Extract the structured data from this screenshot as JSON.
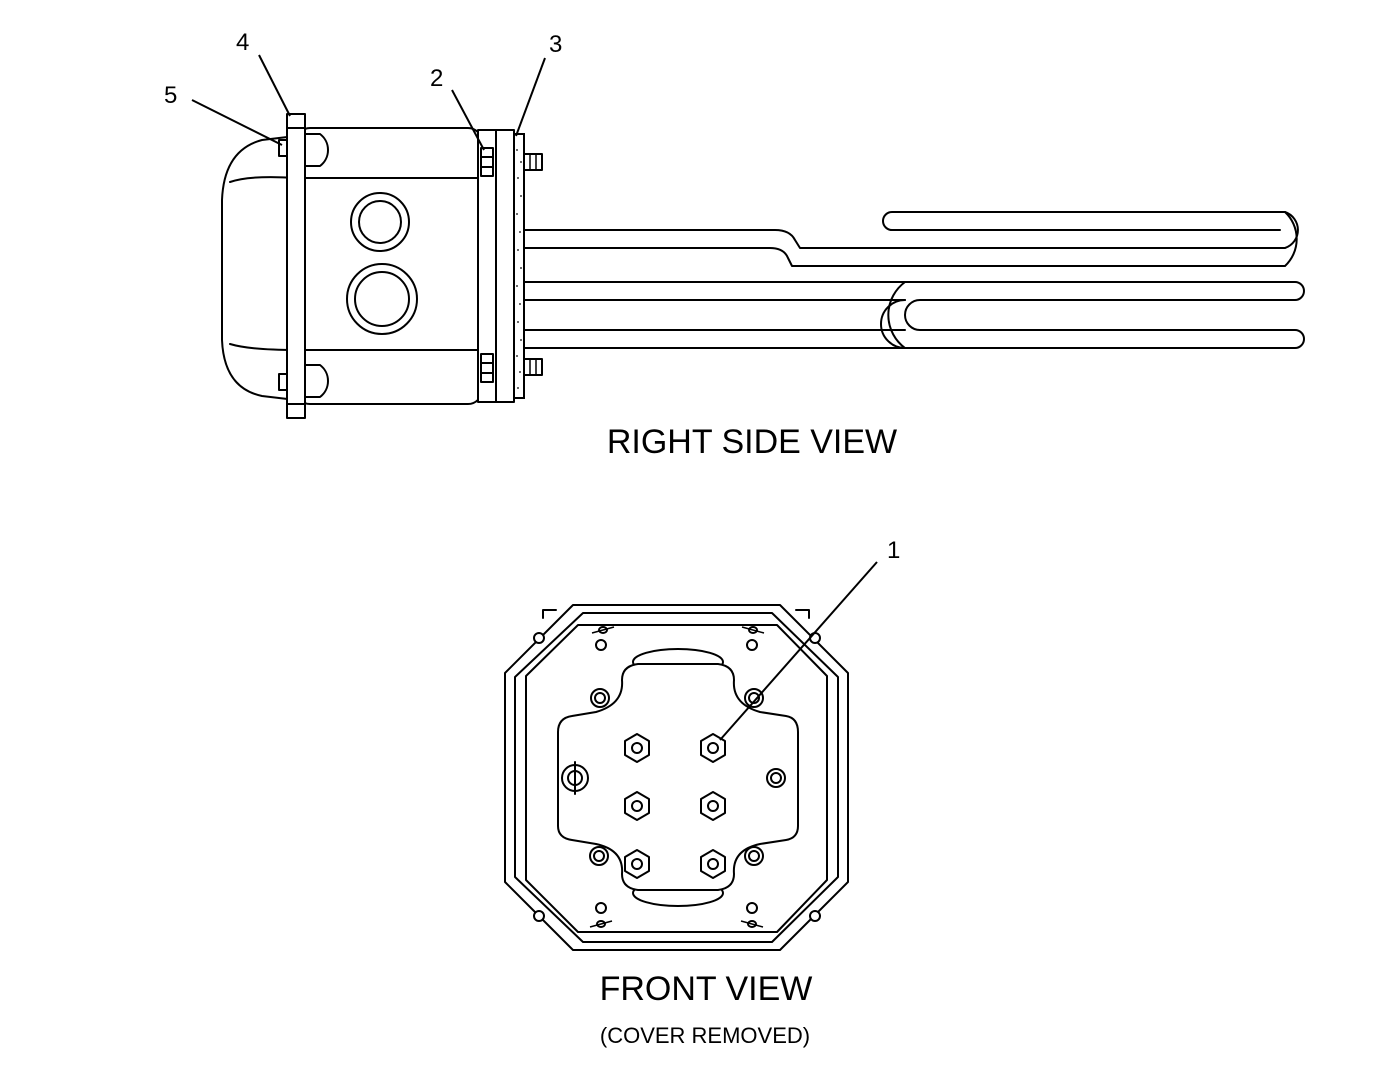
{
  "views": {
    "side": {
      "title": "RIGHT SIDE VIEW"
    },
    "front": {
      "title": "FRONT VIEW",
      "subtitle": "(COVER REMOVED)"
    }
  },
  "callouts": [
    {
      "id": "callout-1",
      "label": "1"
    },
    {
      "id": "callout-2",
      "label": "2"
    },
    {
      "id": "callout-3",
      "label": "3"
    },
    {
      "id": "callout-4",
      "label": "4"
    },
    {
      "id": "callout-5",
      "label": "5"
    }
  ]
}
